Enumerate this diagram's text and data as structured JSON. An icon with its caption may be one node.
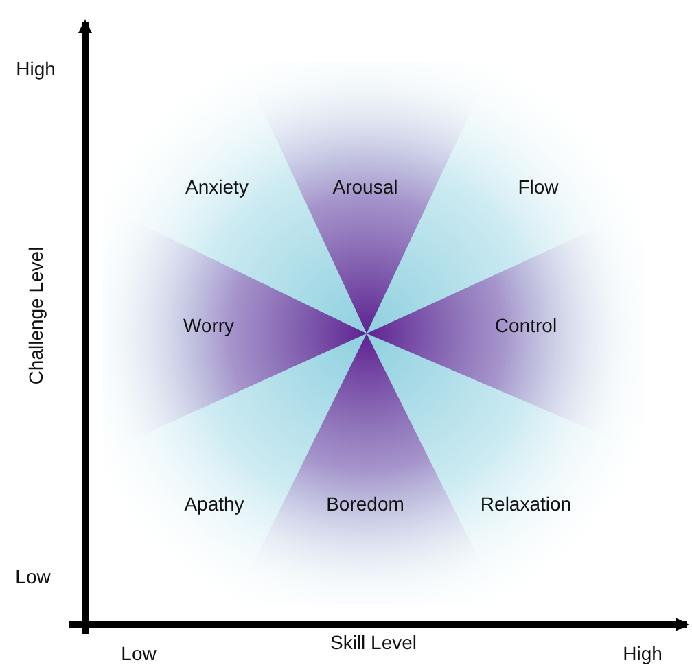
{
  "diagram": {
    "labels": [
      "High",
      "Challenge Level",
      "Low",
      "Anxiety",
      "Arousal",
      "Flow",
      "Worry",
      "Control",
      "Apathy",
      "Boredom",
      "Relaxation",
      "Low",
      "Skill Level",
      "High"
    ]
  }
}
